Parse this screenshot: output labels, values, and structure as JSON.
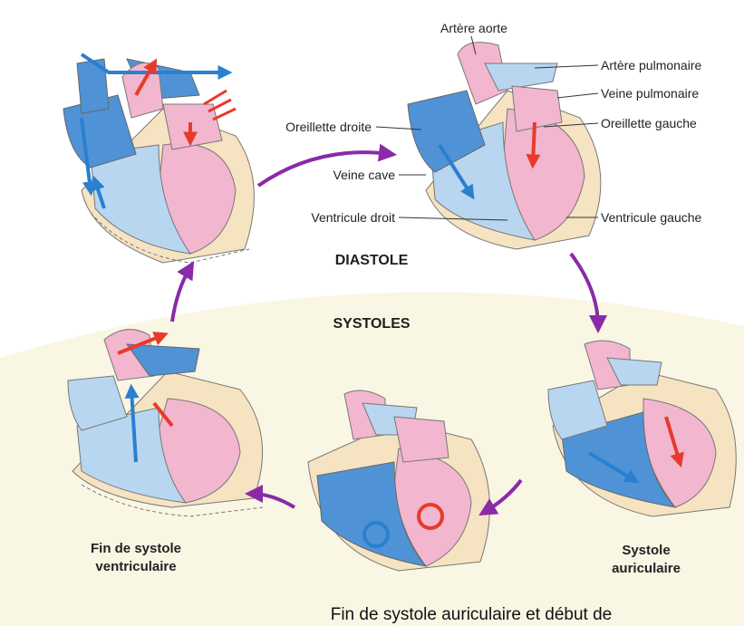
{
  "headings": {
    "diastole": "DIASTOLE",
    "systoles": "SYSTOLES"
  },
  "labels": {
    "artere_aorte": "Artère aorte",
    "artere_pulmonaire": "Artère pulmonaire",
    "veine_pulmonaire": "Veine pulmonaire",
    "oreillette_droite": "Oreillette droite",
    "oreillette_gauche": "Oreillette gauche",
    "veine_cave": "Veine cave",
    "ventricule_droit": "Ventricule droit",
    "ventricule_gauche": "Ventricule gauche"
  },
  "captions": {
    "fin_systole_ventriculaire": [
      "Fin de systole",
      "ventriculaire"
    ],
    "systole_auriculaire": [
      "Systole",
      "auriculaire"
    ],
    "bottom": "Fin de systole auriculaire et début de"
  },
  "colors": {
    "pink": "#f2b6cf",
    "light_blue": "#b8d6f0",
    "dark_blue": "#4f93d6",
    "beige": "#f5e3c1",
    "arrow_purple": "#8a2aa8",
    "flow_blue": "#2a7fd0",
    "flow_red": "#e83a2a",
    "systole_band": "#f9f6e4"
  }
}
